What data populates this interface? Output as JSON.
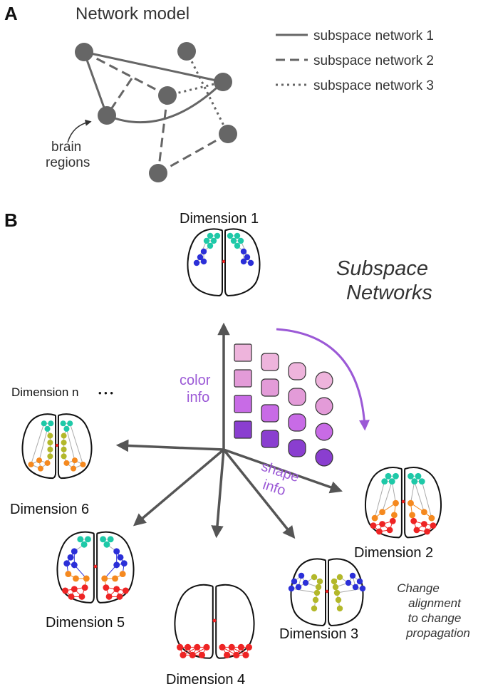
{
  "panel_a": {
    "letter": "A",
    "title": "Network model",
    "annotation": [
      "brain",
      "regions"
    ],
    "legend": [
      {
        "label": "subspace network 1",
        "style": "solid"
      },
      {
        "label": "subspace network 2",
        "style": "dashed"
      },
      {
        "label": "subspace network 3",
        "style": "dotted"
      }
    ]
  },
  "panel_b": {
    "letter": "B",
    "title": [
      "Subspace",
      "Networks"
    ],
    "dimension_labels": {
      "d1": "Dimension 1",
      "d2": "Dimension 2",
      "d3": "Dimension 3",
      "d4": "Dimension 4",
      "d5": "Dimension 5",
      "d6": "Dimension 6",
      "dn": "Dimension n"
    },
    "ellipsis": "• • •",
    "axis_labels": {
      "color": [
        "color",
        "info"
      ],
      "shape": [
        "shape",
        "info"
      ]
    },
    "note": [
      "Change",
      "alignment",
      "to change",
      "propagation"
    ]
  },
  "colors": {
    "node_gray": "#666666",
    "line_gray": "#666666",
    "arrow_gray": "#555555",
    "accent_purple": "#9b59d6",
    "teal": "#1ec9a8",
    "blue": "#2b2fd8",
    "olive": "#b3b82a",
    "orange": "#f5891f",
    "red": "#ee2424"
  }
}
